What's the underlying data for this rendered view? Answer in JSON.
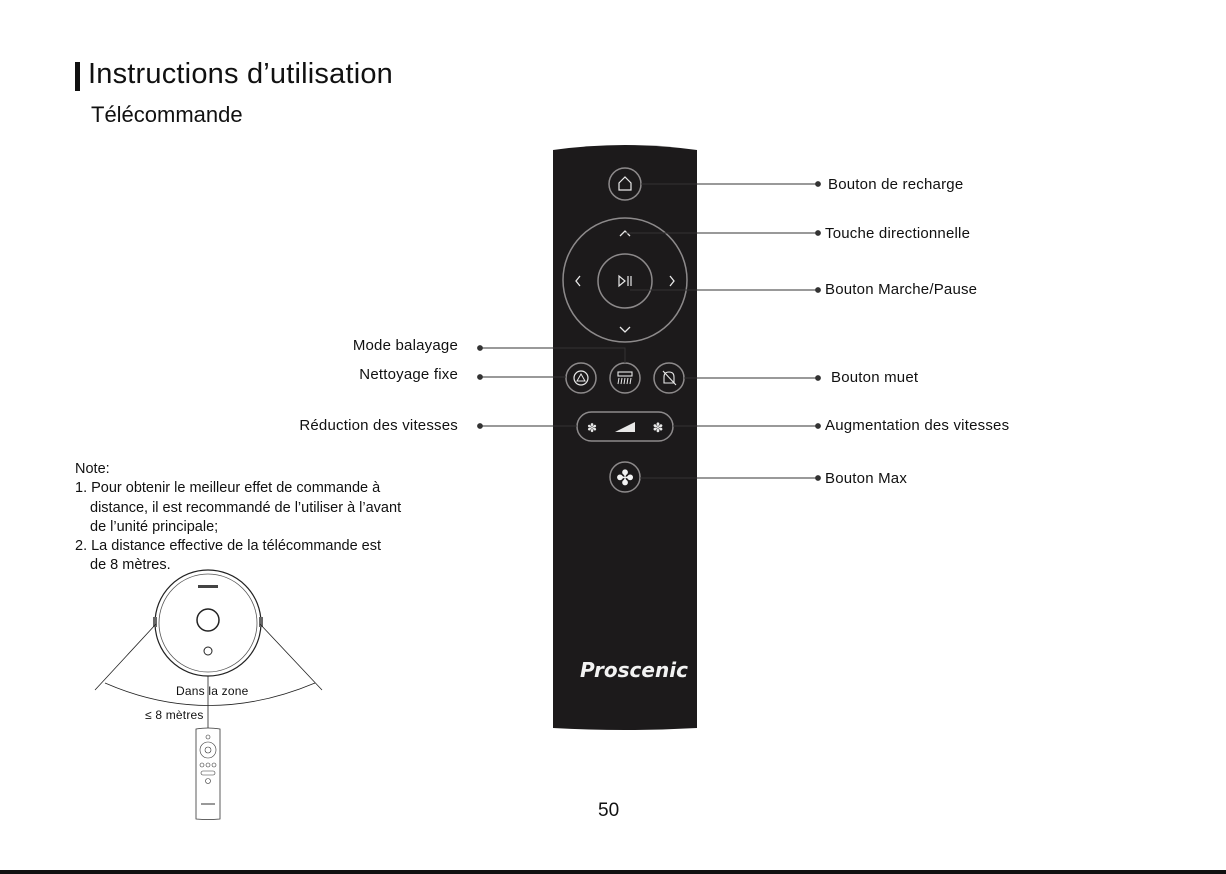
{
  "header": {
    "title": "Instructions d’utilisation",
    "subtitle": "Télécommande"
  },
  "remote": {
    "brand": "Proscenic",
    "buttons": [
      {
        "name": "home-button",
        "icon": "home-icon"
      },
      {
        "name": "direction-pad",
        "icon": "arrows-icon"
      },
      {
        "name": "play-pause-button",
        "icon": "play-pause-icon"
      },
      {
        "name": "sweep-mode-button",
        "icon": "sweep-icon"
      },
      {
        "name": "fixed-clean-button",
        "icon": "brush-icon"
      },
      {
        "name": "mute-button",
        "icon": "bell-slash-icon"
      },
      {
        "name": "speed-bar",
        "icon": "fan-speed-icon"
      },
      {
        "name": "max-button",
        "icon": "fan-icon"
      }
    ]
  },
  "callouts": {
    "left": {
      "mode": "Mode balayage",
      "fixed": "Nettoyage fixe",
      "speed_down": "Réduction des vitesses"
    },
    "right": {
      "recharge": "Bouton de recharge",
      "direction": "Touche directionnelle",
      "play_pause": "Bouton Marche/Pause",
      "mute": "Bouton muet",
      "speed_up": "Augmentation des vitesses",
      "max": "Bouton Max"
    }
  },
  "note": {
    "heading": "Note:",
    "line1": "1. Pour obtenir le meilleur effet de commande à",
    "line2": "distance, il est recommandé de l’utiliser à l’avant",
    "line3": "de l’unité principale;",
    "line4": "2. La distance effective de la télécommande est",
    "line5": "de 8 mètres."
  },
  "diagram": {
    "zone": "Dans la zone",
    "distance": "≤ 8 mètres"
  },
  "footer": {
    "page_number": "50"
  },
  "colors": {
    "remote_body": "#1c1a1b",
    "remote_ring": "#8d8a8b",
    "text": "#111111",
    "leader": "#333333"
  }
}
